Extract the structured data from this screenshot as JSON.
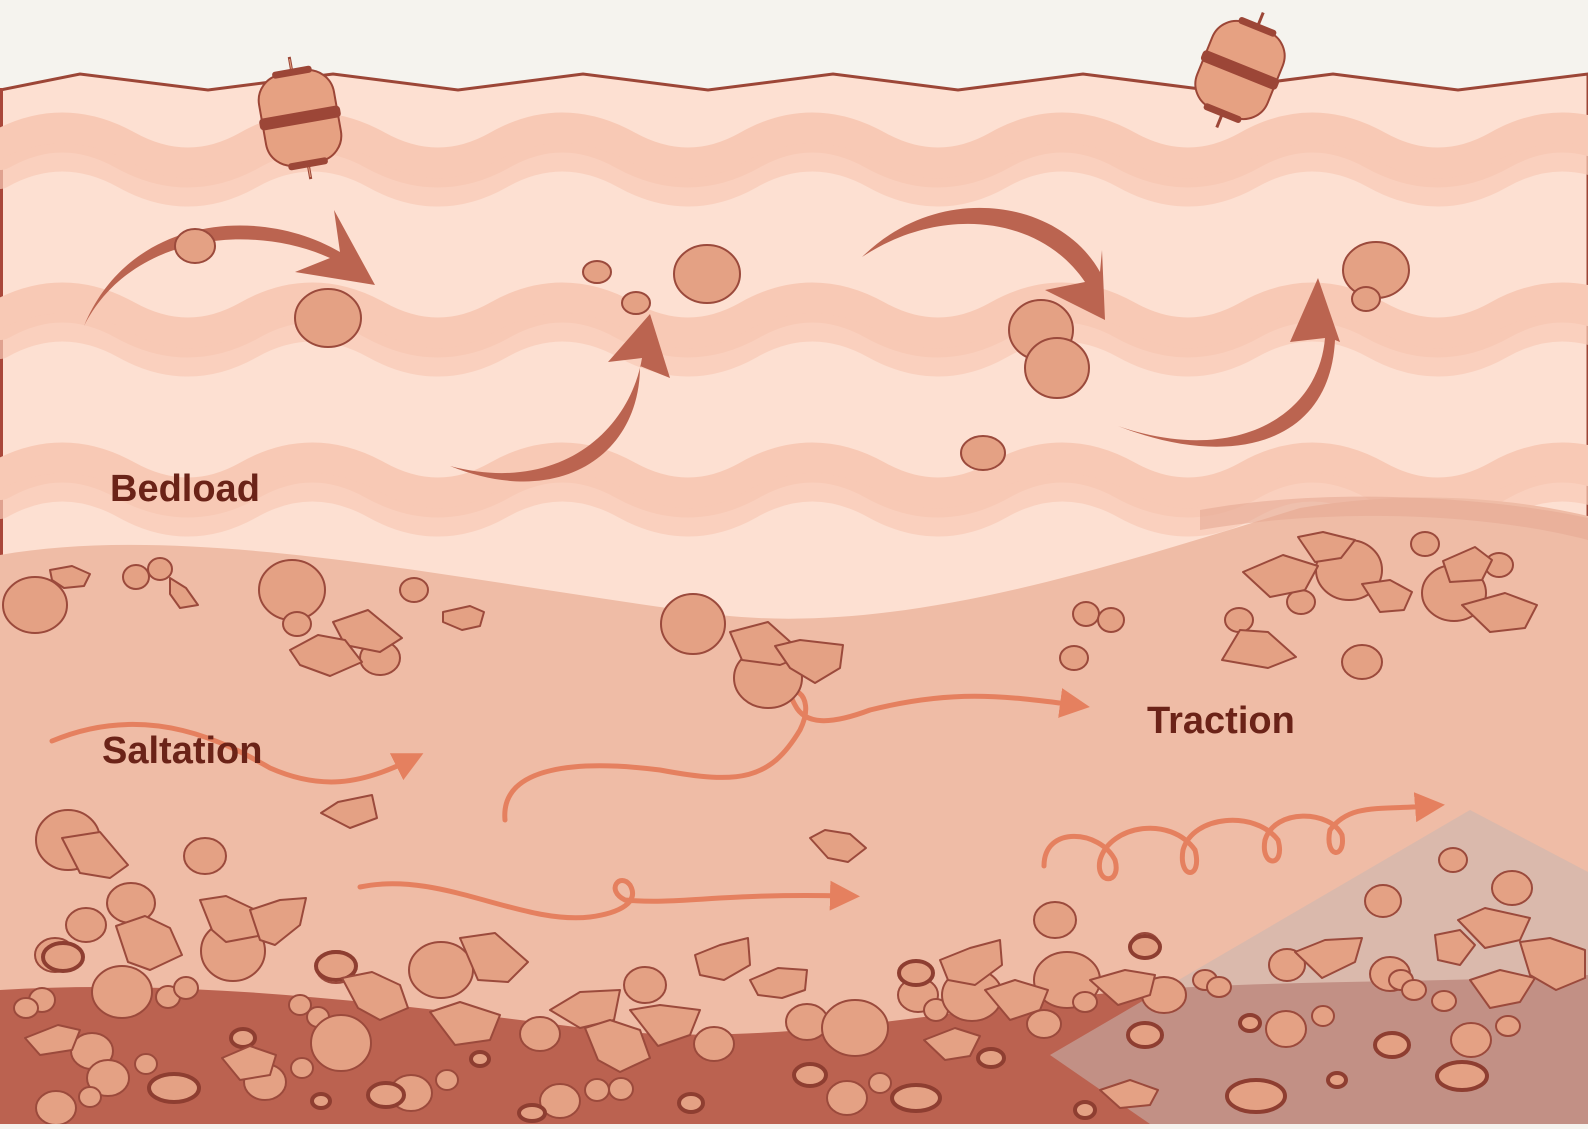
{
  "labels": {
    "bedload": "Bedload",
    "saltation": "Saltation",
    "traction": "Traction"
  },
  "colors": {
    "sky": "#f5f3ee",
    "water": "#fde0d2",
    "water_wave": "#f8c9b5",
    "sediment": "#efbca6",
    "riverbed": "#bb6250",
    "riverbed_dark": "#a35445",
    "overlay": "#c9b6b0",
    "particle_fill": "#e4a184",
    "particle_stroke": "#9b4a3c",
    "curved_arrow": "#bb6450",
    "path_line": "#e5805f",
    "label_text": "#6b2318",
    "buoy_fill": "#e6a182",
    "buoy_band": "#9c4637"
  },
  "icons": [
    "buoy-icon",
    "curved-arrow-icon",
    "path-arrow-icon",
    "pebble-icon",
    "rock-fragment-icon"
  ]
}
